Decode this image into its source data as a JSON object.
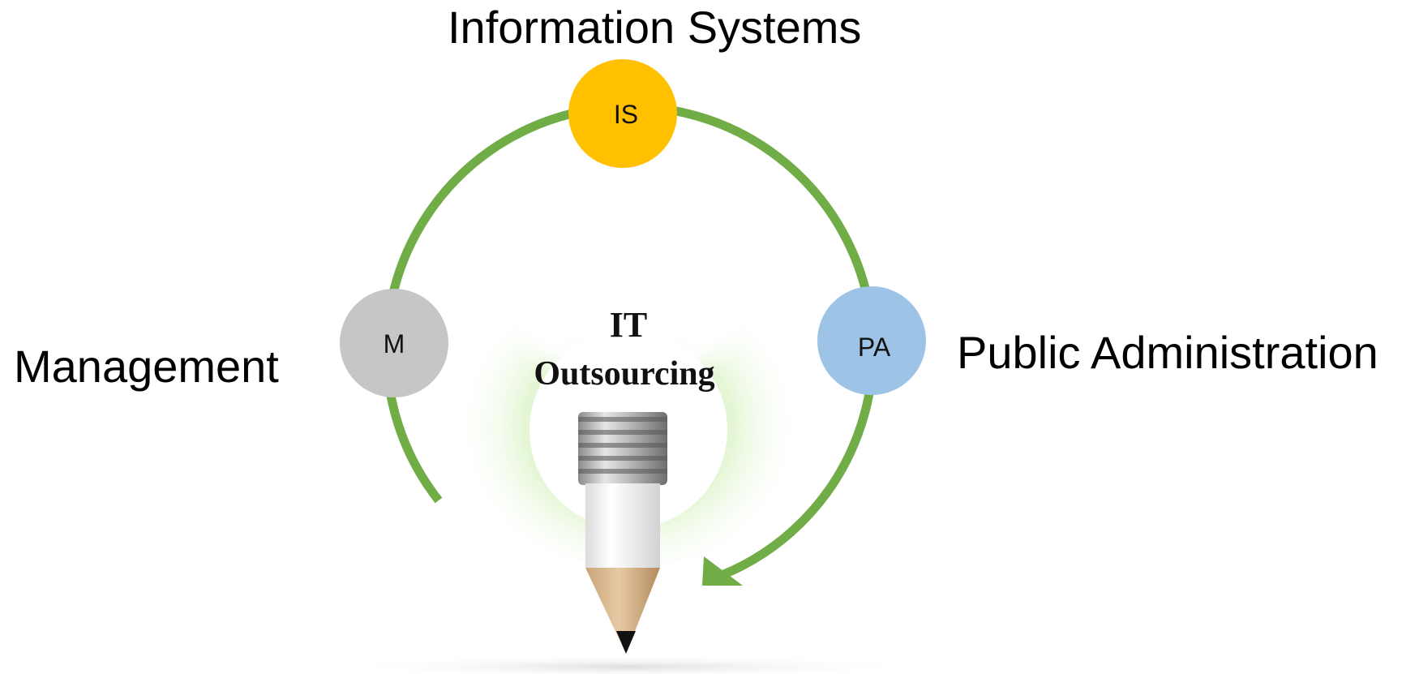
{
  "labels": {
    "top": "Information Systems",
    "left": "Management",
    "right": "Public Administration"
  },
  "nodes": {
    "is": {
      "text": "IS",
      "color": "#ffc000"
    },
    "m": {
      "text": "M",
      "color": "#c6c6c6"
    },
    "pa": {
      "text": "PA",
      "color": "#9dc3e6"
    }
  },
  "center": {
    "line1": "IT",
    "line2": "Outsourcing"
  },
  "colors": {
    "arc": "#70ad47",
    "glow": "#c9ecaa"
  },
  "icons": [
    "lightbulb-icon",
    "pencil-icon"
  ]
}
